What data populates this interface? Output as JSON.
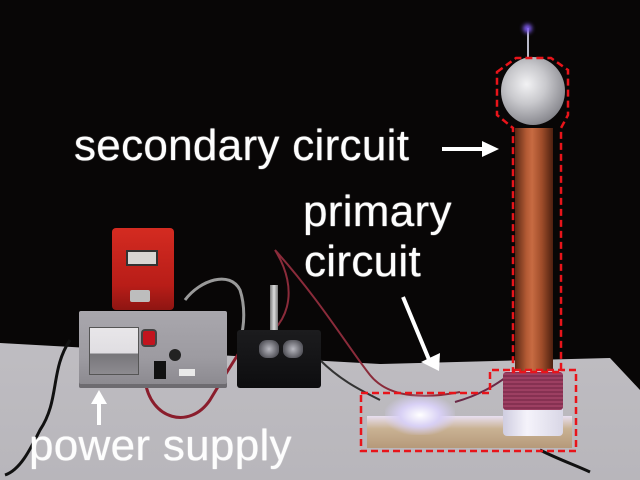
{
  "image": {
    "subject": "Tesla coil demonstration setup on a table",
    "background_color": "#080606"
  },
  "annotations": {
    "secondary_circuit": {
      "label": "secondary circuit",
      "arrow": "right-arrow"
    },
    "primary_circuit": {
      "line1": "primary",
      "line2": "circuit",
      "arrow": "down-right-arrow"
    },
    "power_supply": {
      "label": "power supply",
      "arrow": "up-arrow"
    },
    "text_color": "#ffffff",
    "outline_color": "#e8141a",
    "outline_style": "dashed"
  },
  "objects": [
    {
      "name": "power supply unit",
      "color": "#a9a7ad"
    },
    {
      "name": "red variac transformer",
      "color": "#c42218"
    },
    {
      "name": "black capacitor box",
      "color": "#141416"
    },
    {
      "name": "secondary coil (copper)",
      "color": "#b35a34"
    },
    {
      "name": "spherical top load",
      "color": "#c8c8cc"
    },
    {
      "name": "primary coil winding",
      "color": "#8e3658"
    },
    {
      "name": "spark gap glow",
      "color": "#d8d0f5"
    },
    {
      "name": "wooden base board",
      "color": "#c0a382"
    }
  ]
}
